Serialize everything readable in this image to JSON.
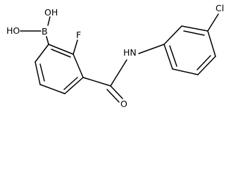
{
  "molecule": {
    "labels": {
      "oh_top": "OH",
      "ho_left": "HO",
      "boron": "B",
      "fluorine": "F",
      "amine": "HN",
      "oxygen": "O",
      "chlorine": "Cl"
    }
  }
}
